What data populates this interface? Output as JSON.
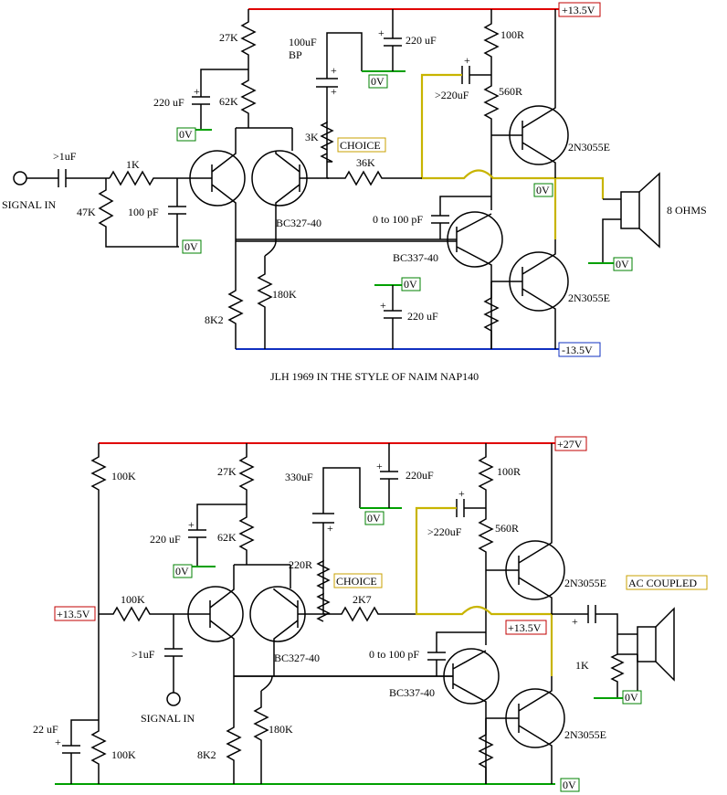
{
  "top": {
    "caption": "JLH 1969 IN THE STYLE OF NAIM NAP140",
    "rail_pos": "+13.5V",
    "rail_neg": "-13.5V",
    "zero": "0V",
    "signal_in": "SIGNAL IN",
    "c_in": ">1uF",
    "r_in": "1K",
    "r_47k": "47K",
    "c_100pf": "100 pF",
    "r_27k": "27K",
    "r_62k": "62K",
    "c_220a": "220 uF",
    "c_bp_value": "100uF",
    "c_bp_type": "BP",
    "c_220b": "220 uF",
    "r_3k": "3K",
    "choice": "CHOICE",
    "r_36k": "36K",
    "q_pnp": "BC327-40",
    "r_8k2": "8K2",
    "r_180k": "180K",
    "r_100r": "100R",
    "r_560r": "560R",
    "c_220c": ">220uF",
    "c_0to100": "0 to 100 pF",
    "q_npn": "BC337-40",
    "q_out": "2N3055E",
    "c_220d": "220 uF",
    "load": "8 OHMS"
  },
  "bottom": {
    "rail_pos": "+27V",
    "mid": "+13.5V",
    "zero": "0V",
    "signal_in": "SIGNAL IN",
    "r_100k_top": "100K",
    "r_100k_in": "100K",
    "r_100k_bot": "100K",
    "c_22uf": "22 uF",
    "c_in": ">1uF",
    "r_27k": "27K",
    "r_62k": "62K",
    "c_220a": "220 uF",
    "c_330": "330uF",
    "c_220b": "220uF",
    "r_220r": "220R",
    "choice": "CHOICE",
    "r_2k7": "2K7",
    "q_pnp": "BC327-40",
    "r_8k2": "8K2",
    "r_180k": "180K",
    "r_100r": "100R",
    "r_560r": "560R",
    "c_220c": ">220uF",
    "c_0to100": "0 to 100 pF",
    "q_npn": "BC337-40",
    "q_out": "2N3055E",
    "ac_coupled": "AC COUPLED",
    "r_1k": "1K"
  },
  "colors": {
    "positive_rail": "#e00000",
    "negative_rail": "#1030c0",
    "ground": "#00a000",
    "output_node": "#c8b400"
  }
}
